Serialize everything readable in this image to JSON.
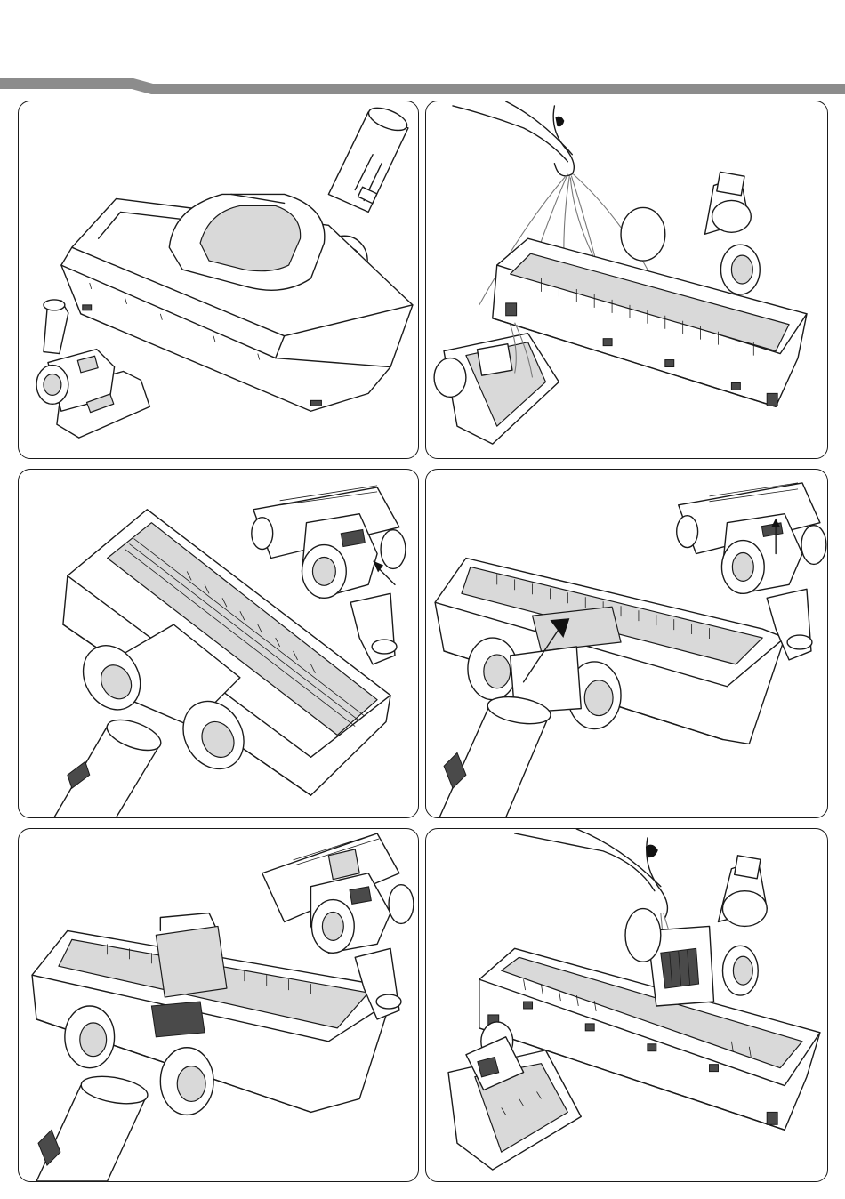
{
  "page": {
    "background": "#ffffff",
    "header_bar_color": "#8c8c8c",
    "panel_border_color": "#1a1a1a"
  },
  "panels": [
    {
      "id": 1,
      "icon": "turbo-brush-nozzle-icon"
    },
    {
      "id": 2,
      "icon": "hand-removing-threads-icon"
    },
    {
      "id": 3,
      "icon": "release-cover-button-icon"
    },
    {
      "id": 4,
      "icon": "push-cover-arrow-icon"
    },
    {
      "id": 5,
      "icon": "open-cover-turbine-icon"
    },
    {
      "id": 6,
      "icon": "hand-cleaning-turbine-icon"
    }
  ]
}
